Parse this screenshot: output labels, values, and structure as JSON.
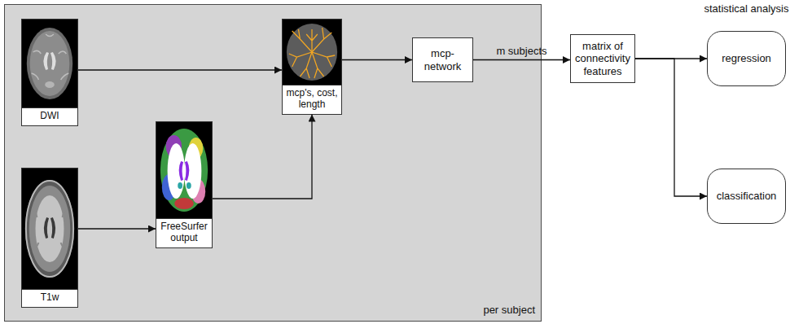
{
  "diagram": {
    "nodes": [
      {
        "text": [
          "per subject"
        ]
      },
      {
        "text": [
          "DWI"
        ],
        "in": 0
      },
      {
        "text": [
          "T1w"
        ],
        "in": 0
      },
      {
        "text": [
          "FreeSurfer output"
        ],
        "in": 0
      },
      {
        "text": [
          "mcp's, cost, length"
        ],
        "in": 0
      },
      {
        "text": [
          "mcp-network"
        ],
        "in": 0
      },
      {
        "text": [
          "matrix of connectivity features"
        ]
      },
      {
        "text": [
          "regression"
        ]
      },
      {
        "text": [
          "classification"
        ]
      }
    ],
    "edges": [
      {
        "from": 1,
        "to": 4,
        "arrow": "to"
      },
      {
        "from": 2,
        "to": 3,
        "arrow": "to"
      },
      {
        "from": 3,
        "to": 4,
        "arrow": "to"
      },
      {
        "from": 4,
        "to": 5,
        "arrow": "to"
      },
      {
        "from": 5,
        "to": 6,
        "arrow": "to",
        "label": "m subjects"
      },
      {
        "from": 6,
        "to": 7,
        "arrow": "to"
      },
      {
        "from": 6,
        "to": 8,
        "arrow": "to"
      }
    ],
    "labels": [
      "statistical analysis"
    ]
  }
}
